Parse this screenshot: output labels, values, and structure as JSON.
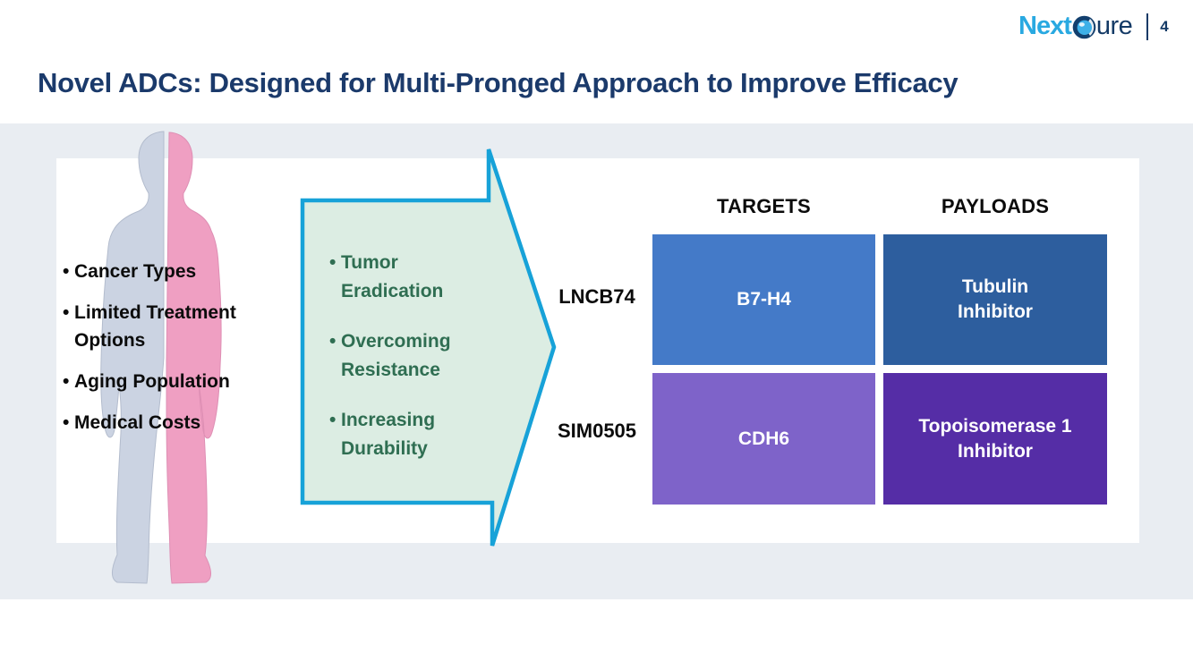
{
  "slide": {
    "title": "Novel ADCs: Designed for Multi-Pronged Approach to Improve Efficacy",
    "page_number": "4"
  },
  "logo": {
    "part1": "Next",
    "part2": "ure"
  },
  "unmet_needs": {
    "items": [
      "Cancer Types",
      "Limited Treatment Options",
      "Aging Population",
      "Medical Costs"
    ]
  },
  "approach": {
    "items": [
      "Tumor Eradication",
      "Overcoming Resistance",
      "Increasing Durability"
    ]
  },
  "pipeline": {
    "headers": {
      "targets": "TARGETS",
      "payloads": "PAYLOADS"
    },
    "rows": [
      {
        "program": "LNCB74",
        "target": "B7-H4",
        "payload": "Tubulin Inhibitor"
      },
      {
        "program": "SIM0505",
        "target": "CDH6",
        "payload": "Topoisomerase 1 Inhibitor"
      }
    ]
  },
  "colors": {
    "title_navy": "#1b3a6b",
    "logo_blue": "#29a9e1",
    "logo_navy": "#143a66",
    "panel_gray": "#e9edf2",
    "arrow_border_cyan": "#17a2d8",
    "arrow_fill_mint": "#dcede3",
    "goal_text_green": "#2f6e52",
    "target_row1_blue": "#447ac8",
    "payload_row1_blue": "#2d5e9e",
    "target_row2_purple": "#7e63c9",
    "payload_row2_purple": "#552da6",
    "silhouette_left_blue": "#cbd3e2",
    "silhouette_right_pink": "#ef9fc2"
  }
}
